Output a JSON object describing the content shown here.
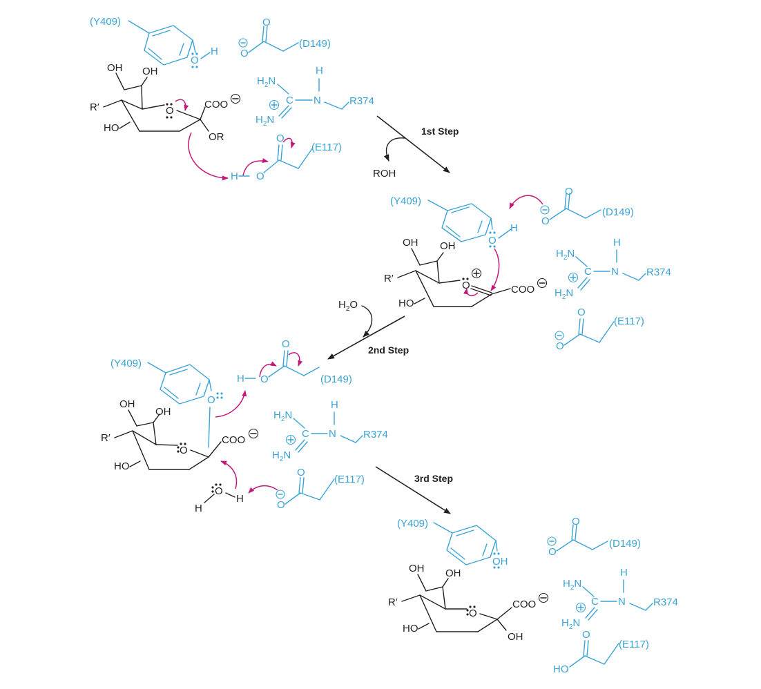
{
  "steps": {
    "step1": "1st Step",
    "step2": "2nd Step",
    "step3": "3rd Step"
  },
  "labels": {
    "y409": "(Y409)",
    "d149": "(D149)",
    "e117": "(E117)",
    "r374": "R374",
    "coo": "COO",
    "oh": "OH",
    "ho": "HO",
    "or": "OR",
    "o": "O",
    "h": "H",
    "h2n": "H2N",
    "n": "N",
    "c": "C",
    "rprime": "R′",
    "roh": "ROH",
    "h2o": "H2O"
  },
  "colors": {
    "substrate": "#231f20",
    "enzyme": "#3aa3d6",
    "electron_arrow": "#c2187a"
  }
}
